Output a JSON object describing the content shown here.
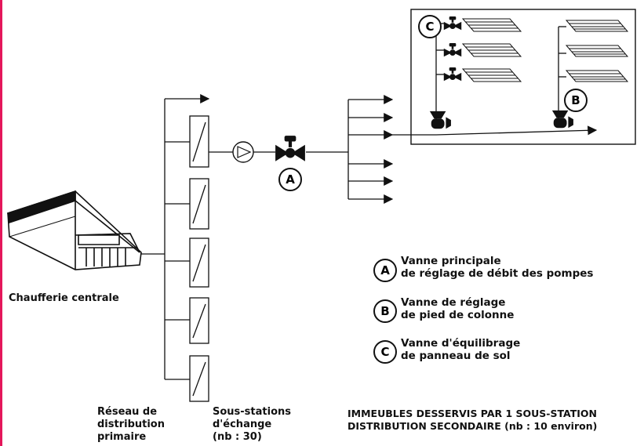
{
  "labels": {
    "chaufferie": "Chaufferie centrale",
    "reseau_line1": "Réseau de",
    "reseau_line2": "distribution",
    "reseau_line3": "primaire",
    "sous_line1": "Sous-stations",
    "sous_line2": "d'échange",
    "sous_line3": "(nb : 30)",
    "immeubles_line1": "IMMEUBLES DESSERVIS PAR 1 SOUS-STATION",
    "immeubles_line2": "DISTRIBUTION SECONDAIRE (nb : 10 environ)"
  },
  "markers": {
    "a": "A",
    "b": "B",
    "c": "C"
  },
  "legend": [
    {
      "letter": "A",
      "line1": "Vanne principale",
      "line2": "de réglage de débit des pompes"
    },
    {
      "letter": "B",
      "line1": "Vanne de réglage",
      "line2": "de pied de colonne"
    },
    {
      "letter": "C",
      "line1": "Vanne d'équilibrage",
      "line2": "de panneau de sol"
    }
  ],
  "colors": {
    "line": "#111111",
    "accent_border": "#e4175b"
  }
}
